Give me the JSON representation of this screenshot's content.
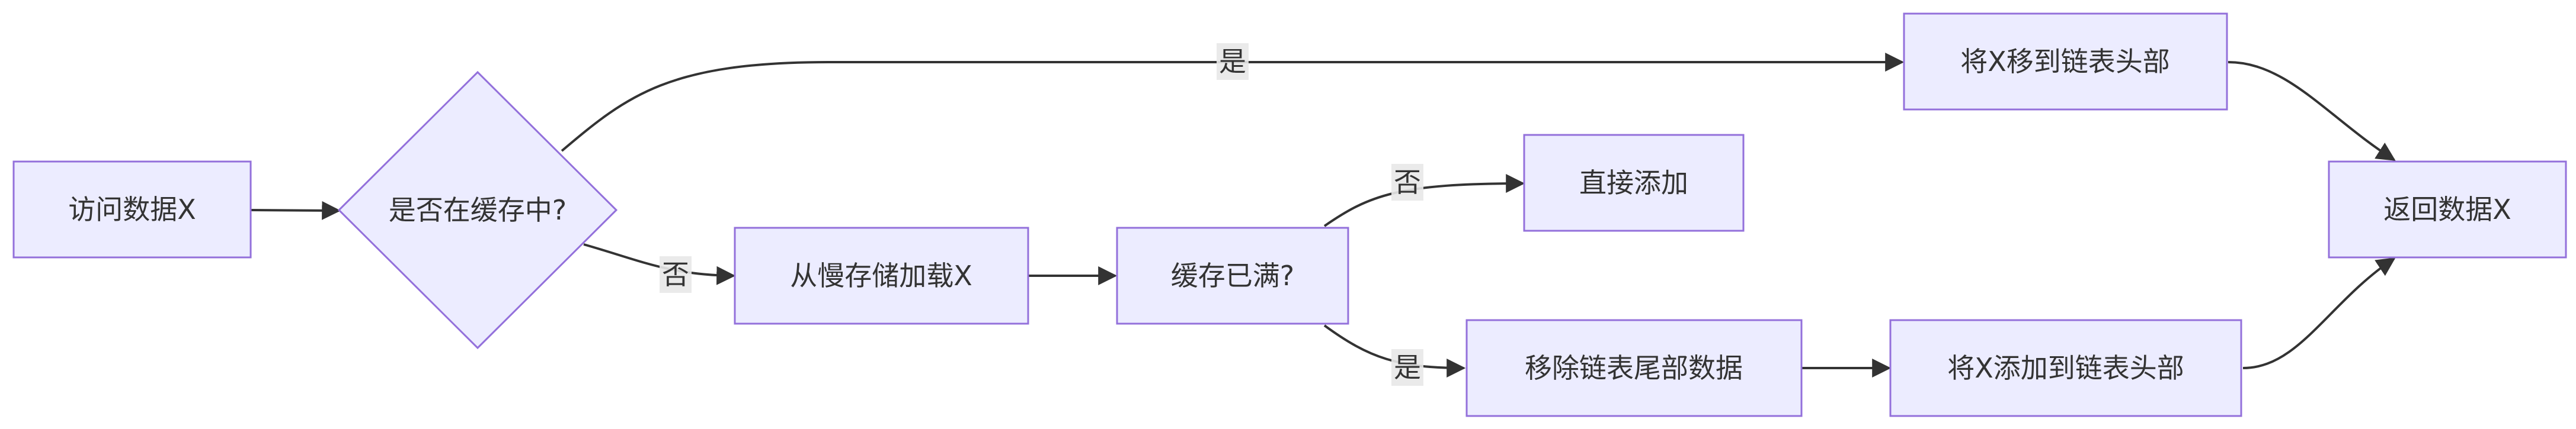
{
  "nodes": {
    "access": "访问数据X",
    "in_cache": "是否在缓存中?",
    "move_to_head": "将X移到链表头部",
    "load_slow": "从慢存储加载X",
    "cache_full": "缓存已满?",
    "add_direct": "直接添加",
    "remove_tail": "移除链表尾部数据",
    "add_to_head": "将X添加到链表头部",
    "return_data": "返回数据X"
  },
  "edge_labels": {
    "cache_yes": "是",
    "cache_no": "否",
    "full_no": "否",
    "full_yes": "是"
  },
  "colors": {
    "node_fill": "#ECECFF",
    "node_stroke": "#9370DB",
    "edge": "#333333",
    "text": "#333333"
  }
}
